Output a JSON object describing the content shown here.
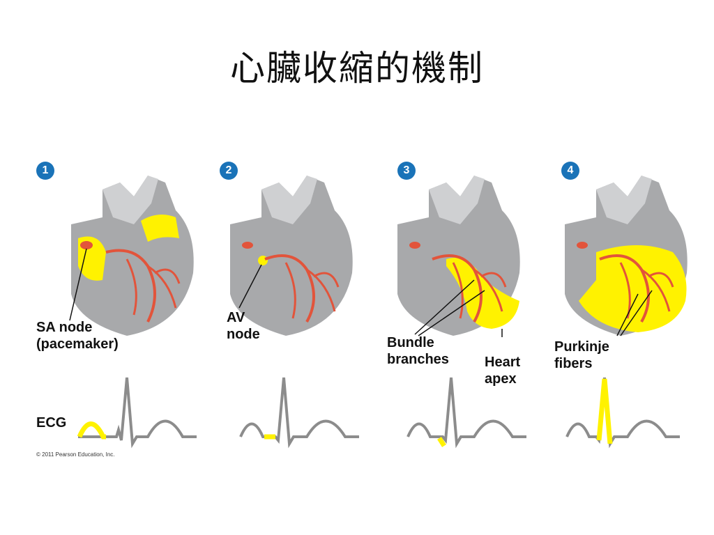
{
  "slide": {
    "title": "心臟收縮的機制",
    "ecg_label": "ECG",
    "copyright": "© 2011 Pearson Education, Inc."
  },
  "panels": [
    {
      "number": "1",
      "label_lines": [
        "SA node",
        "(pacemaker)"
      ]
    },
    {
      "number": "2",
      "label_lines": [
        "AV",
        "node"
      ]
    },
    {
      "number": "3",
      "label_lines": [
        "Bundle",
        "branches"
      ],
      "label2_lines": [
        "Heart",
        "apex"
      ]
    },
    {
      "number": "4",
      "label_lines": [
        "Purkinje",
        "fibers"
      ]
    }
  ],
  "colors": {
    "heart_gray": "#a8a9ab",
    "heart_light": "#cfd0d2",
    "conduction": "#e2543b",
    "excitation": "#fff200",
    "badge": "#1a73b8",
    "ecg_line": "#8c8c8c"
  }
}
